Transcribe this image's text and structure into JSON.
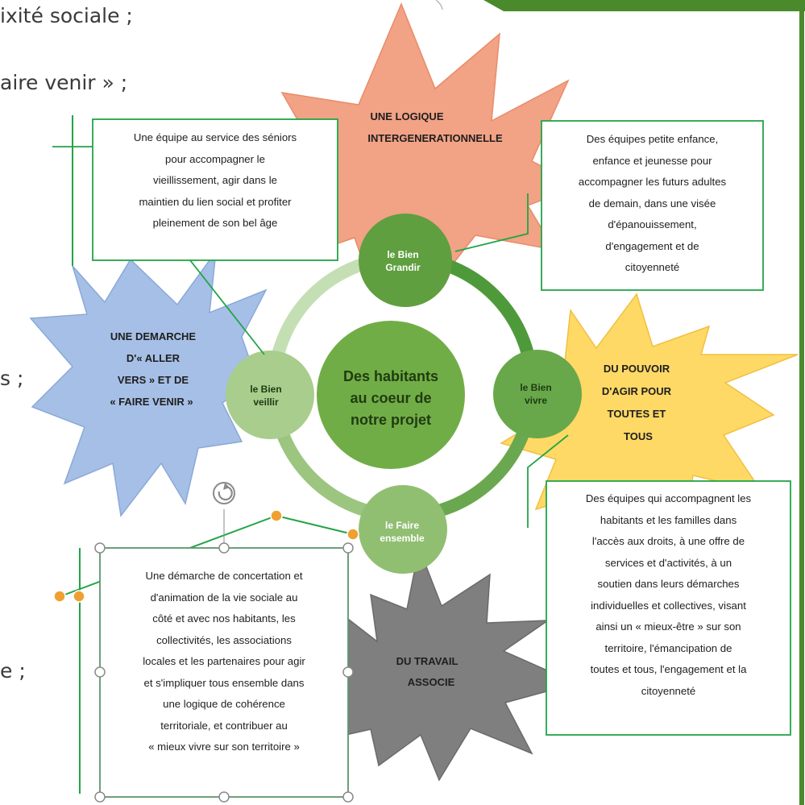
{
  "bullets": [
    "ixité sociale ;",
    "aire venir » ;",
    "s ;",
    "e ;"
  ],
  "center": {
    "lines": [
      "Des habitants",
      "au coeur de",
      "notre projet"
    ]
  },
  "nodes": {
    "grandir": [
      "le Bien",
      "Grandir"
    ],
    "vieillir": [
      "le Bien",
      "veillir"
    ],
    "vivre": [
      "le Bien",
      "vivre"
    ],
    "ensemble": [
      "le Faire",
      "ensemble"
    ]
  },
  "bursts": {
    "intergen": [
      "UNE LOGIQUE",
      "INTERGENERATIONNELLE"
    ],
    "aller_vers": [
      "UNE DEMARCHE",
      "D'« ALLER",
      "VERS » ET DE",
      "« FAIRE VENIR »"
    ],
    "pouvoir_agir": [
      "DU POUVOIR",
      "D'AGIR POUR",
      "TOUTES ET",
      "TOUS"
    ],
    "travail": [
      "DU TRAVAIL",
      "ASSOCIE"
    ]
  },
  "boxes": {
    "seniors": "Une équipe au service des séniors\npour accompagner le\nvieillissement, agir dans le\nmaintien du lien social et profiter\npleinement de son bel âge",
    "jeunesse": "Des équipes petite enfance,\nenfance et jeunesse pour\naccompagner les futurs adultes\nde demain, dans une visée\nd'épanouissement,\nd'engagement et de\ncitoyenneté",
    "familles": "Des équipes qui accompagnent les\nhabitants et les familles dans\nl'accès aux droits, à une offre de\nservices et d'activités, à un\nsoutien dans leurs démarches\nindividuelles et collectives, visant\nainsi un « mieux-être » sur son\nterritoire, l'émancipation de\ntoutes et tous, l'engagement et la\ncitoyenneté",
    "concertation": "Une démarche de concertation et\nd'animation de la vie sociale au\ncôté et avec nos habitants, les\ncollectivités, les associations\nlocales et les partenaires pour agir\net s'impliquer tous ensemble dans\nune logique de cohérence\nterritoriale, et contribuer au\n« mieux vivre sur son territoire »"
  },
  "colors": {
    "green_dark": "#4e9a3a",
    "green_mid": "#71ad47",
    "green_light": "#c5dfb4",
    "green_line": "#22a447",
    "orange_burst": "#f2a285",
    "blue_burst": "#a6bfe6",
    "yellow_burst": "#ffd966",
    "gray_burst": "#7f7f7f",
    "handle_orange": "#f0a030"
  }
}
